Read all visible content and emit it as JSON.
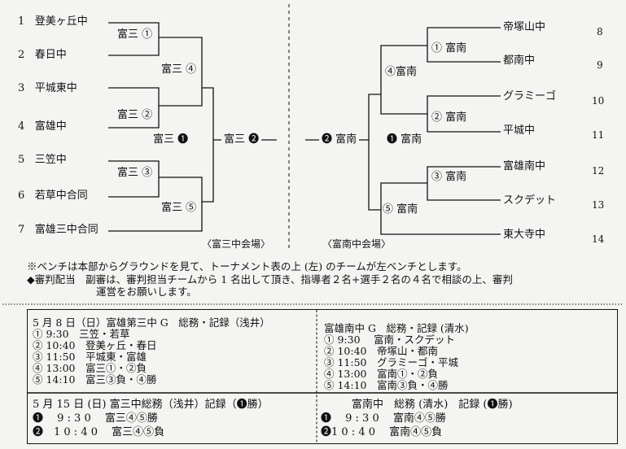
{
  "left_teams": [
    {
      "num": "1",
      "name": "登美ヶ丘中"
    },
    {
      "num": "2",
      "name": "春日中"
    },
    {
      "num": "3",
      "name": "平城東中"
    },
    {
      "num": "4",
      "name": "富雄中"
    },
    {
      "num": "5",
      "name": "三笠中"
    },
    {
      "num": "6",
      "name": "若草中合同"
    },
    {
      "num": "7",
      "name": "富雄三中合同"
    }
  ],
  "left_games": {
    "g1": "富三 ①",
    "g2": "富三 ②",
    "g3": "富三 ③",
    "g4": "富三 ④",
    "g5": "富三 ⑤",
    "g6": "富三 ❶",
    "g7": "富三 ❷"
  },
  "right_teams": [
    {
      "num": "8",
      "name": "帝塚山中"
    },
    {
      "num": "9",
      "name": "都南中"
    },
    {
      "num": "10",
      "name": "グラミーゴ"
    },
    {
      "num": "11",
      "name": "平城中"
    },
    {
      "num": "12",
      "name": "富雄南中"
    },
    {
      "num": "13",
      "name": "スクデット"
    },
    {
      "num": "14",
      "name": "東大寺中"
    }
  ],
  "right_games": {
    "g1": "① 富南",
    "g2": "② 富南",
    "g3": "③ 富南",
    "g4": "④富南",
    "g5": "⑤ 富南",
    "g6": "❶ 富南",
    "g7": "❷ 富南"
  },
  "venues": {
    "left": "〈富三中会場〉",
    "right": "〈富南中会場〉"
  },
  "notes": {
    "bench": "※ベンチは本部からグラウンドを見て、トーナメント表の上 (左) のチームが左ベンチとします。",
    "ref_line1": "◆審判配当　副審は、審判担当チームから 1 名出して頂き、指導者２名+選手２名の４名で相談の上、審判",
    "ref_line2": "運営をお願いします。"
  },
  "schedule_left": {
    "header": "5 月 8 日（日）富雄第三中 G　総務・記録（浅井）",
    "rows": [
      "① 9:30　三笠・若草",
      "② 10:40　登美ヶ丘・春日",
      "③ 11:50　平城東・富雄",
      "④ 13:00　富三①・②負",
      "⑤ 14:10　富三③負・④勝"
    ]
  },
  "schedule_right": {
    "header": "富雄南中 G　総務・記録 (清水)",
    "rows": [
      "① 9:30　 富南・スクデット",
      "② 10:40　帝塚山・都南",
      "③ 11:50　グラミーゴ・平城",
      "④ 13:00　富南①・②負",
      "⑤ 14:10　富南③負・④勝"
    ]
  },
  "result_left": {
    "header": "5 月 15 日 (日) 富三中総務（浅井）記録（❶勝）",
    "rows": [
      "❶　 9 : 3 0　 富三④⑤勝",
      "❷　1 0 : 4 0　 富三④⑤負"
    ]
  },
  "result_right": {
    "header": "富南中　総務 (清水)　記録 (❶勝)",
    "rows": [
      "❶　 9 : 3 0　 富南④⑤勝",
      "❷1 0 : 4 0　 富南④⑤負"
    ]
  }
}
